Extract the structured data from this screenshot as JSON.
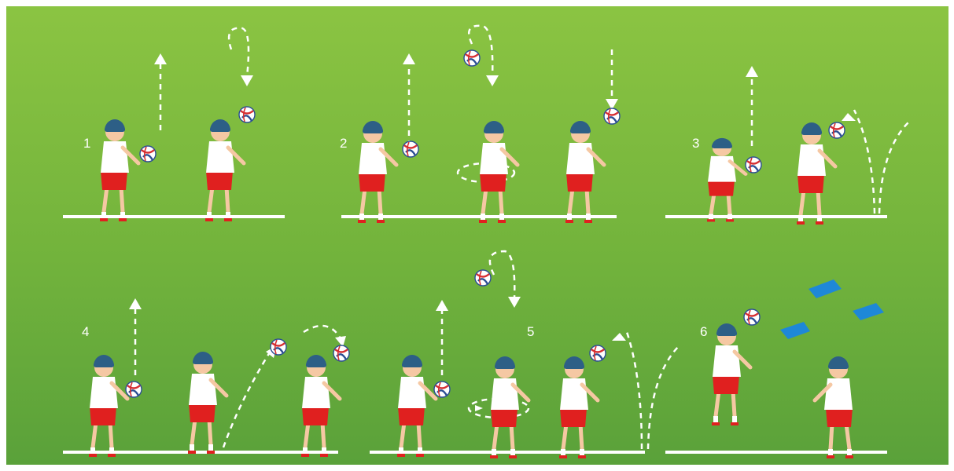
{
  "colors": {
    "background_top": "#86bf3f",
    "background_bottom": "#5aa13a",
    "line": "#ffffff",
    "helmet": "#2d5f86",
    "skin": "#f5c8a3",
    "shirt": "#ffffff",
    "shorts": "#e0201f",
    "ball_red": "#d62f32",
    "ball_blue": "#2b4e93",
    "marker_blue": "#1e88d8"
  },
  "panels": [
    {
      "label": "1"
    },
    {
      "label": "2"
    },
    {
      "label": "3"
    },
    {
      "label": "4"
    },
    {
      "label": "5"
    },
    {
      "label": "6"
    }
  ]
}
